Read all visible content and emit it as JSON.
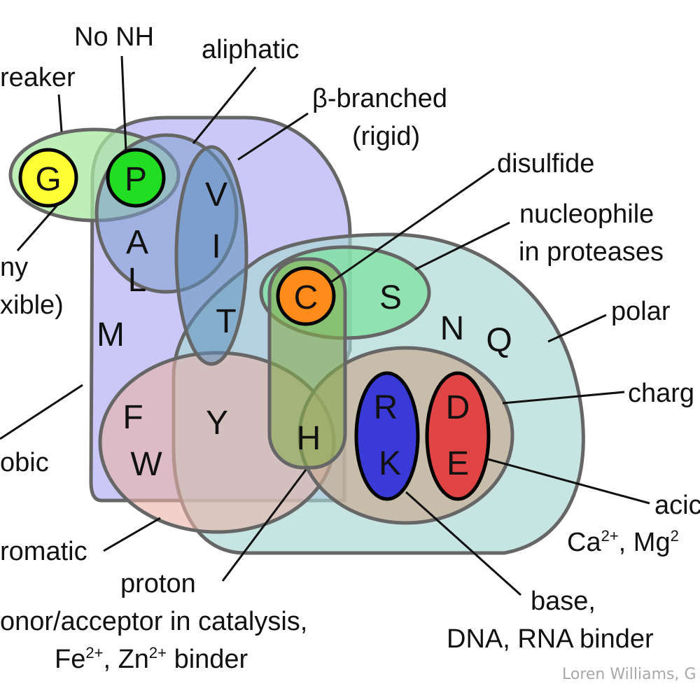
{
  "labels": {
    "no_nh": "No NH",
    "breaker": "reaker",
    "aliphatic": "aliphatic",
    "beta_branched_line1": "β-branched",
    "beta_branched_line2": "(rigid)",
    "disulfide": "disulfide",
    "nucleophile_line1": "nucleophile",
    "nucleophile_line2": "in proteases",
    "tiny_line1": "ny",
    "tiny_line2": "xible)",
    "polar": "polar",
    "charged": "charg",
    "hydrophobic": "obic",
    "acidic": "acic",
    "acidic_ions_a": "Ca",
    "acidic_ions_a_sup": "2+",
    "acidic_ions_sep": ", Mg",
    "acidic_ions_b_sup": "2",
    "aromatic": "romatic",
    "proton": "proton",
    "donor_acceptor": "onor/acceptor in catalysis,",
    "fe_zn_a": "Fe",
    "fe_zn_a_sup": "2+",
    "fe_zn_sep": ", Zn",
    "fe_zn_b_sup": "2+",
    "fe_zn_tail": " binder",
    "base_line1": "base,",
    "base_line2": "DNA, RNA binder"
  },
  "amino_acids": {
    "G": "G",
    "P": "P",
    "A": "A",
    "L": "L",
    "V": "V",
    "I": "I",
    "T": "T",
    "M": "M",
    "C": "C",
    "S": "S",
    "N": "N",
    "Q": "Q",
    "F": "F",
    "W": "W",
    "Y": "Y",
    "H": "H",
    "R": "R",
    "K": "K",
    "D": "D",
    "E": "E"
  },
  "credit": "Loren Williams, G",
  "colors": {
    "hydrophobic_region": "#b9b5f5",
    "polar_region": "#a7d5d3",
    "aromatic_region": "#e8b3a6",
    "charged_region": "#c9ac94",
    "glycine_proline_region": "#a9e9a0",
    "aliphatic_region": "#7f9fd0",
    "beta_branched_region": "#5f8fbc",
    "cys_ser_region": "#7fe2a0",
    "his_region": "#86ab4c",
    "glycine_circle": "#ffff33",
    "proline_circle": "#22dd22",
    "cysteine_circle": "#ff8c1a",
    "basic_ellipse": "#3a3ad6",
    "acidic_ellipse": "#e04444",
    "outline": "#6a6a6a",
    "leader_line": "#111111"
  }
}
